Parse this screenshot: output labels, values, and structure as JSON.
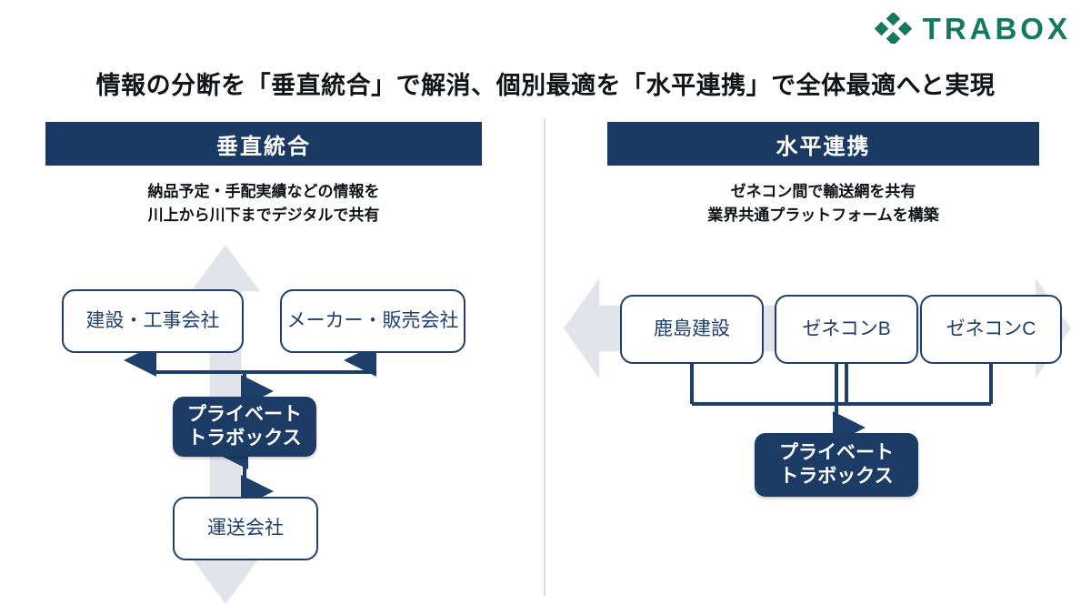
{
  "brand": {
    "name": "TRABOX",
    "logo_icon": "diamond-cluster-icon",
    "color": "#16795f"
  },
  "title": "情報の分断を「垂直統合」で解消、個別最適を「水平連携」で全体最適へと実現",
  "colors": {
    "header_navy": "#1b3a63",
    "box_border": "#1f3f6b",
    "box_fill_dark": "#1d3c65",
    "bg_arrow_gray": "#dcdfe8",
    "divider": "#d8dde3",
    "brand_green": "#16795f"
  },
  "columns": [
    {
      "id": "vertical-integration",
      "header": "垂直統合",
      "subtitle_line1": "納品予定・手配実績などの情報を",
      "subtitle_line2": "川上から川下までデジタルで共有",
      "background_arrow": "double-headed-vertical-arrow",
      "boxes": {
        "construction": "建設・工事会社",
        "maker": "メーカー・販売会社",
        "private_line1": "プライベート",
        "private_line2": "トラボックス",
        "transport": "運送会社"
      }
    },
    {
      "id": "horizontal-cooperation",
      "header": "水平連携",
      "subtitle_line1": "ゼネコン間で輸送網を共有",
      "subtitle_line2": "業界共通プラットフォームを構築",
      "background_arrow": "double-headed-horizontal-arrow",
      "boxes": {
        "kajima": "鹿島建設",
        "general_b": "ゼネコンB",
        "general_c": "ゼネコンC",
        "private_line1": "プライベート",
        "private_line2": "トラボックス"
      }
    }
  ]
}
